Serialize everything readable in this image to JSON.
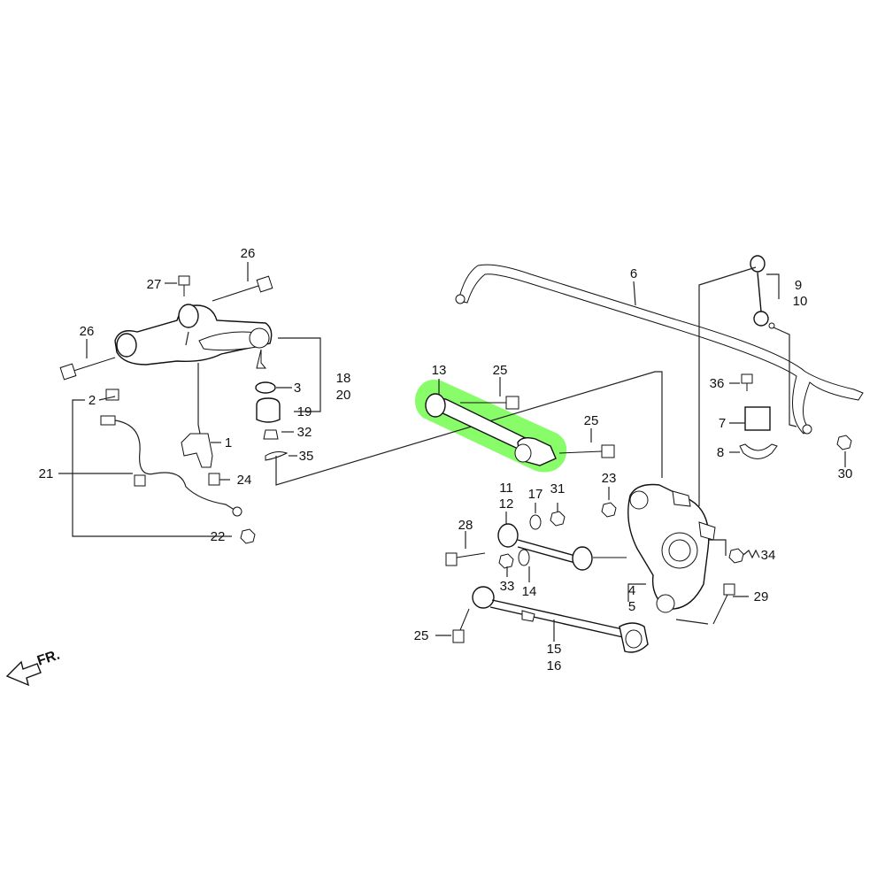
{
  "highlight_color": "#7CFC5A",
  "labels": {
    "l1": "1",
    "l2": "2",
    "l3": "3",
    "l4": "4",
    "l5": "5",
    "l6": "6",
    "l7": "7",
    "l8": "8",
    "l9": "9",
    "l10": "10",
    "l11": "11",
    "l12": "12",
    "l13": "13",
    "l14": "14",
    "l15": "15",
    "l16": "16",
    "l17": "17",
    "l18": "18",
    "l19": "19",
    "l20": "20",
    "l21": "21",
    "l22": "22",
    "l23": "23",
    "l24": "24",
    "l25a": "25",
    "l25b": "25",
    "l25c": "25",
    "l26a": "26",
    "l26b": "26",
    "l27": "27",
    "l28": "28",
    "l29": "29",
    "l30": "30",
    "l31": "31",
    "l32": "32",
    "l33": "33",
    "l34": "34",
    "l35": "35",
    "l36": "36"
  },
  "direction": {
    "text": "FR."
  }
}
